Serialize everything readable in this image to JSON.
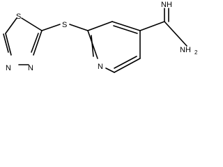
{
  "molecule": {
    "atoms": {
      "thiadiazole_s": "S",
      "thioether_s": "S",
      "thiadiazole_n1": "N",
      "thiadiazole_n2": "N",
      "pyridine_n": "N",
      "imine_nh": "NH",
      "amine_nh2": "NH",
      "amine_subscript": "2"
    }
  },
  "colors": {
    "bond": "#000000",
    "label": "#000000",
    "background": "#ffffff"
  }
}
